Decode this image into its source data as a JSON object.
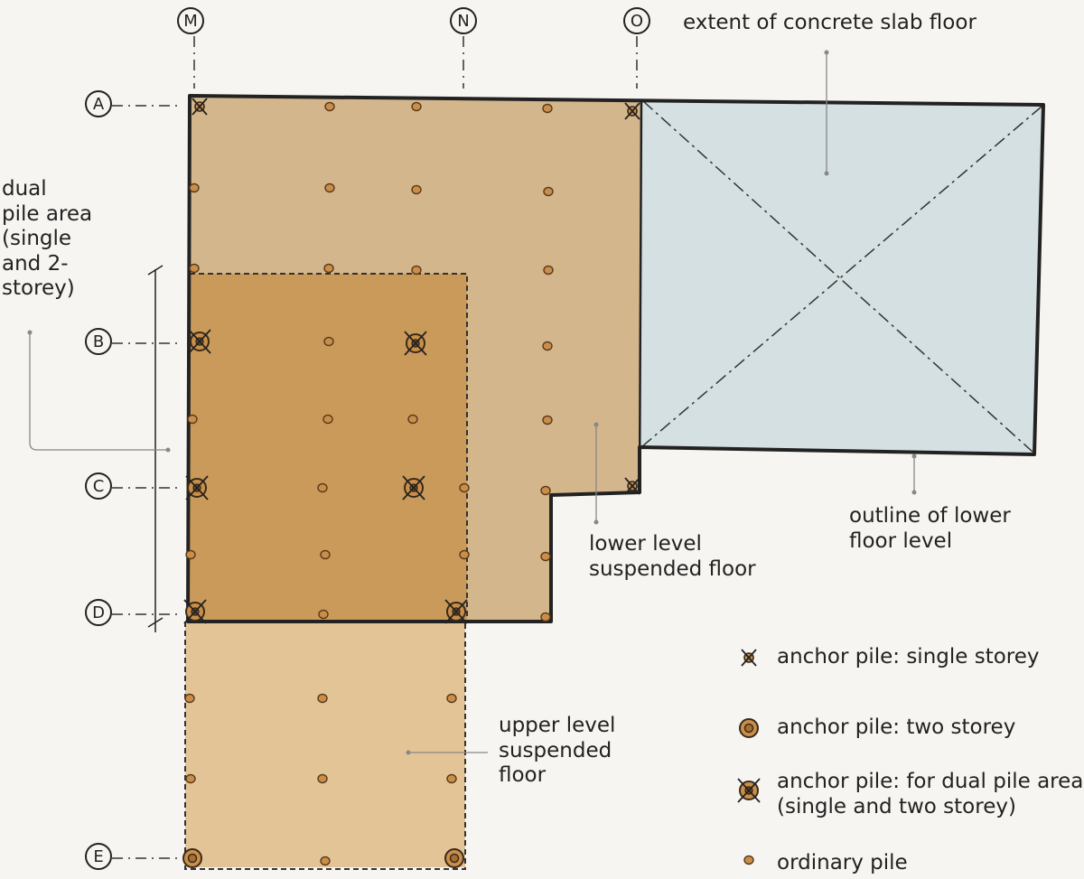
{
  "grid": {
    "columns": [
      "M",
      "N",
      "O"
    ],
    "rows": [
      "A",
      "B",
      "C",
      "D",
      "E"
    ]
  },
  "annotations": {
    "slab": "extent of concrete slab floor",
    "dual_pile": [
      "dual",
      "pile area",
      "(single",
      "and 2-",
      "storey)"
    ],
    "lower_suspended": [
      "lower level",
      "suspended floor"
    ],
    "lower_outline": [
      "outline of lower",
      "floor level"
    ],
    "upper_suspended": [
      "upper level",
      "suspended",
      "floor"
    ]
  },
  "legend": {
    "anchor_single": "anchor pile: single storey",
    "anchor_two": "anchor pile: two storey",
    "anchor_dual": [
      "anchor pile: for dual pile area",
      "(single and two storey)"
    ],
    "ordinary": "ordinary pile"
  },
  "colors": {
    "background": "#f7f5f1",
    "lower_level_floor": "#d4b68c",
    "dual_pile_area": "#c99a5a",
    "upper_level_floor": "#e3c497",
    "concrete_slab": "#d4e0e1",
    "pile_fill": "#c98f4a",
    "outline": "#222222"
  }
}
